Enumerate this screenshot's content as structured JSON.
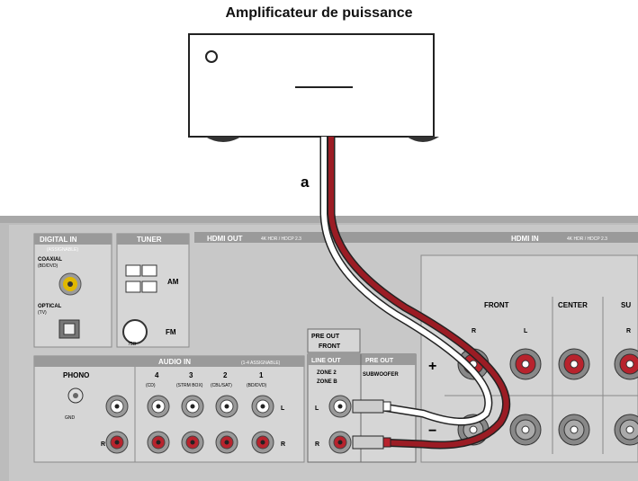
{
  "title": "Amplificateur de puissance",
  "cable_label": "a",
  "panel": {
    "digital_in": "DIGITAL IN",
    "digital_in_sub": "(ASSIGNABLE)",
    "coaxial": "COAXIAL",
    "coaxial_sub": "(BD/DVD)",
    "optical": "OPTICAL",
    "optical_sub": "(TV)",
    "tuner": "TUNER",
    "am": "AM",
    "fm": "FM",
    "fm_sub": "75Ω",
    "hdmi_out": "HDMI OUT",
    "hdmi_out_sub": "4K HDR / HDCP 2.3",
    "hdmi_in": "HDMI IN",
    "hdmi_in_sub": "4K HDR / HDCP 2.3",
    "audio_in": "AUDIO IN",
    "audio_in_sub": "(1-4 ASSIGNABLE)",
    "phono": "PHONO",
    "gnd": "GND",
    "audio_inputs": [
      {
        "num": "4",
        "src": "(CD)"
      },
      {
        "num": "3",
        "src": "(STRM BOX)"
      },
      {
        "num": "2",
        "src": "(CBL/SAT)"
      },
      {
        "num": "1",
        "src": "(BD/DVD)"
      }
    ],
    "L": "L",
    "R": "R",
    "pre_out_front_1": "PRE OUT",
    "pre_out_front_2": "FRONT",
    "line_out": "LINE OUT",
    "zone2": "ZONE 2",
    "zoneb": "ZONE B",
    "pre_out": "PRE OUT",
    "subwoofer": "SUBWOOFER",
    "front": "FRONT",
    "center": "CENTER",
    "surround": "SU",
    "plus": "+",
    "minus": "−"
  },
  "colors": {
    "cable_red": "#9b1c24",
    "panel": "#c9c9c9",
    "panel_dark": "#b5b5b5",
    "jack_red": "#b8232d"
  }
}
